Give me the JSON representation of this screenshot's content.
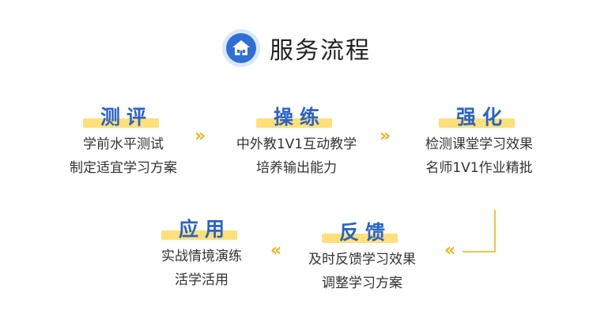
{
  "header": {
    "title": "服务流程",
    "icon": "house-icon"
  },
  "colors": {
    "accent": "#2a63c8",
    "highlight": "#ffe07a",
    "arrow": "#f0b21d"
  },
  "steps": [
    {
      "title": "测评",
      "lines": [
        "学前水平测试",
        "制定适宜学习方案"
      ]
    },
    {
      "title": "操练",
      "lines": [
        "中外教1V1互动教学",
        "培养输出能力"
      ]
    },
    {
      "title": "强化",
      "lines": [
        "检测课堂学习效果",
        "名师1V1作业精批"
      ]
    },
    {
      "title": "反馈",
      "lines": [
        "及时反馈学习效果",
        "调整学习方案"
      ]
    },
    {
      "title": "应用",
      "lines": [
        "实战情境演练",
        "活学活用"
      ]
    }
  ],
  "arrows": {
    "right": "»",
    "left": "«"
  }
}
